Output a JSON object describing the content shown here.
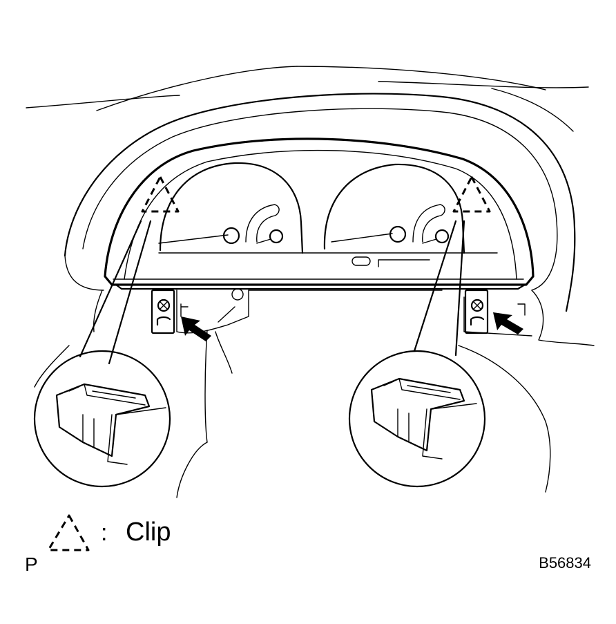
{
  "legend": {
    "separator": ":",
    "label": "Clip"
  },
  "view_marker": "P",
  "figure_code": "B56834",
  "icons": {
    "legend_symbol": "dashed-triangle-icon",
    "callout": "magnifier-circle",
    "direction": "arrow-icon"
  }
}
